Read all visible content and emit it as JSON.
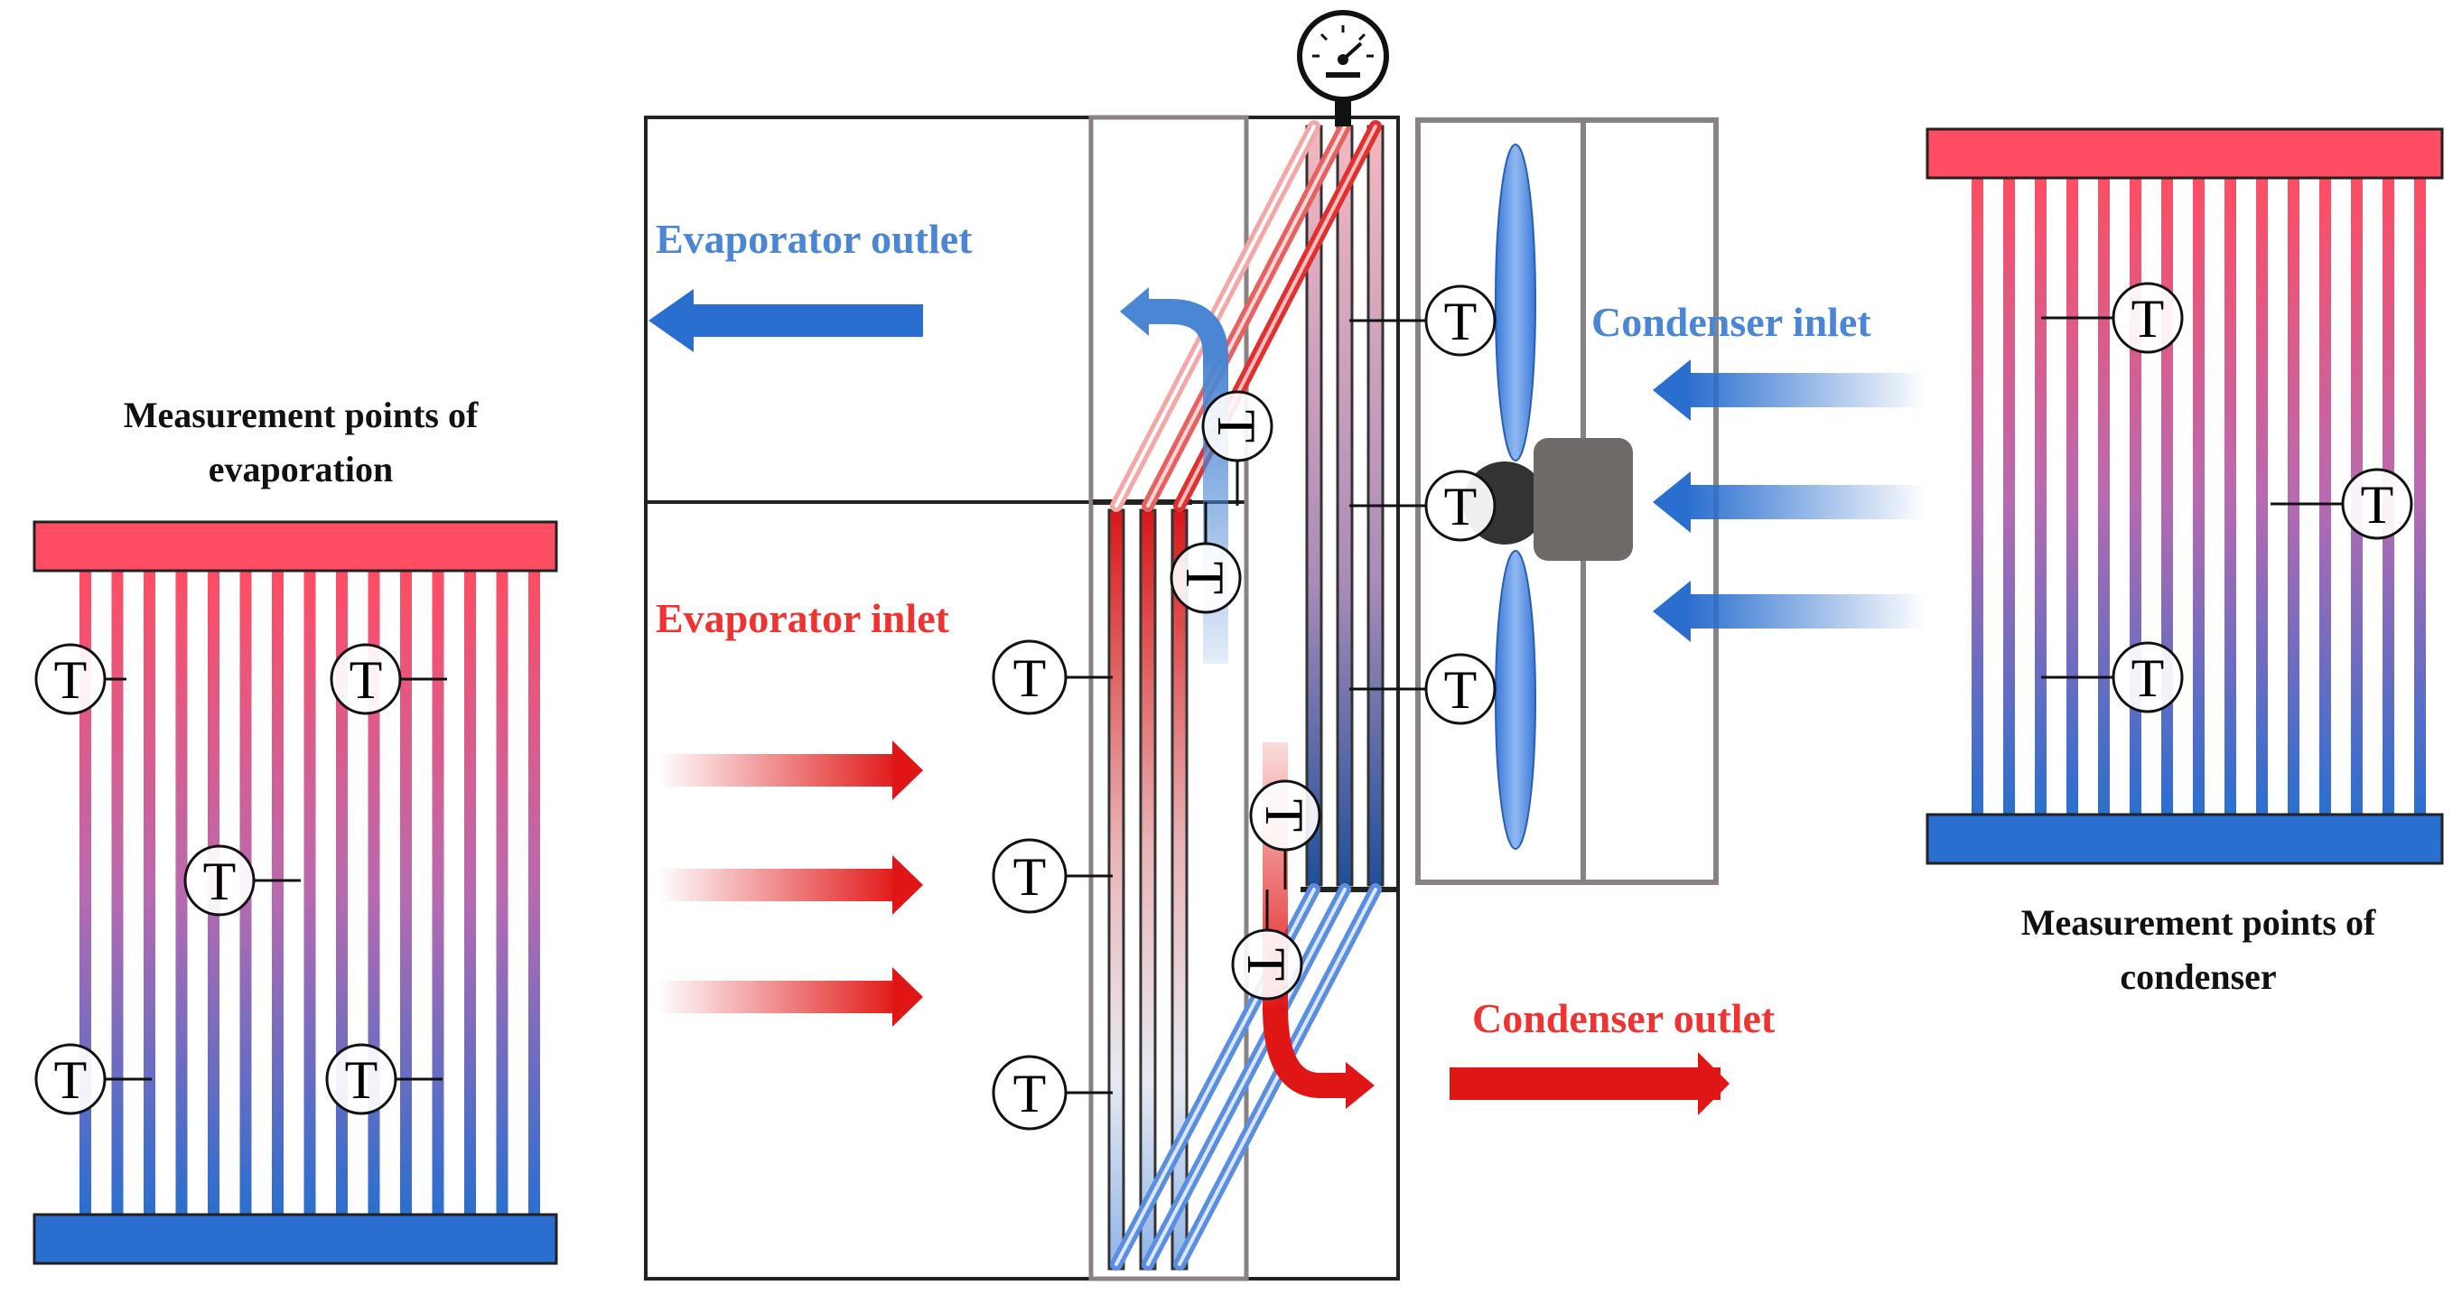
{
  "labels": {
    "evaporator_outlet": "Evaporator outlet",
    "evaporator_inlet": "Evaporator inlet",
    "condenser_inlet": "Condenser inlet",
    "condenser_outlet": "Condenser outlet",
    "evap_points_line1": "Measurement points of",
    "evap_points_line2": "evaporation",
    "cond_points_line1": "Measurement points of",
    "cond_points_line2": "condenser",
    "sensor_letter": "T"
  },
  "colors": {
    "hot": "#ff4d63",
    "cold": "#2a6fcf",
    "arrow_blue": "#2a6fcf",
    "arrow_red": "#e01515",
    "frame": "#8a8282",
    "fan_blade": "#4f8fe0",
    "motor": "#6e6a68"
  },
  "icons": [
    "pressure-gauge-icon",
    "fan-icon",
    "motor-icon",
    "temperature-sensor-icon"
  ]
}
